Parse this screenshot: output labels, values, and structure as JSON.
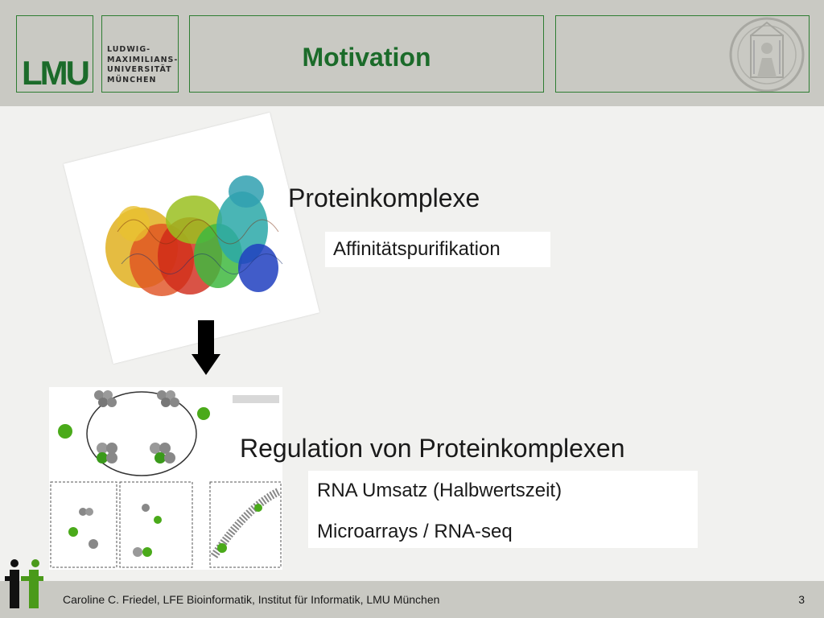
{
  "header": {
    "logo_letters": "LMU",
    "university_lines": [
      "LUDWIG-",
      "MAXIMILIANS-",
      "UNIVERSITÄT",
      "MÜNCHEN"
    ],
    "title": "Motivation"
  },
  "content": {
    "heading_1": "Proteinkomplexe",
    "item_1": "Affinitätspurifikation",
    "heading_2": "Regulation von Proteinkomplexen",
    "item_2a": "RNA Umsatz (Halbwertszeit)",
    "item_2b": "Microarrays / RNA-seq"
  },
  "footer": {
    "text": "Caroline C. Friedel, LFE Bioinformatik, Institut für Informatik, LMU München",
    "page": "3"
  },
  "colors": {
    "brand_green": "#1b6b2a",
    "header_bg": "#c9c9c3",
    "slide_bg": "#f1f1ef"
  }
}
